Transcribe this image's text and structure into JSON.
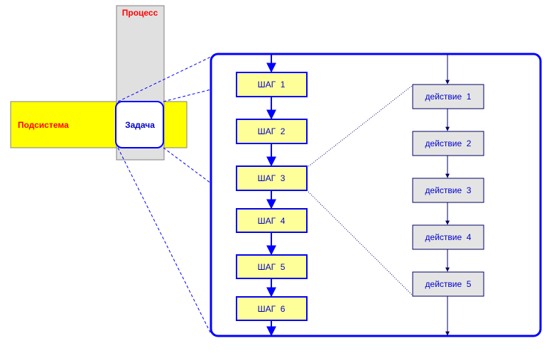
{
  "process": {
    "label": "Процесс"
  },
  "subsystem": {
    "label": "Подсистема"
  },
  "task": {
    "label": "Задача"
  },
  "steps": [
    "ШАГ  1",
    "ШАГ  2",
    "ШАГ  3",
    "ШАГ  4",
    "ШАГ  5",
    "ШАГ  6"
  ],
  "actions": [
    "действие  1",
    "действие  2",
    "действие  3",
    "действие  4",
    "действие  5"
  ],
  "colors": {
    "process_fill": "#e0e0e0",
    "subsystem_fill": "#ffff00",
    "step_fill": "#ffff99",
    "action_fill": "#e4e4e4",
    "connector": "#0000ff",
    "red_label": "#ff0000",
    "blue_label": "#0000cc"
  }
}
